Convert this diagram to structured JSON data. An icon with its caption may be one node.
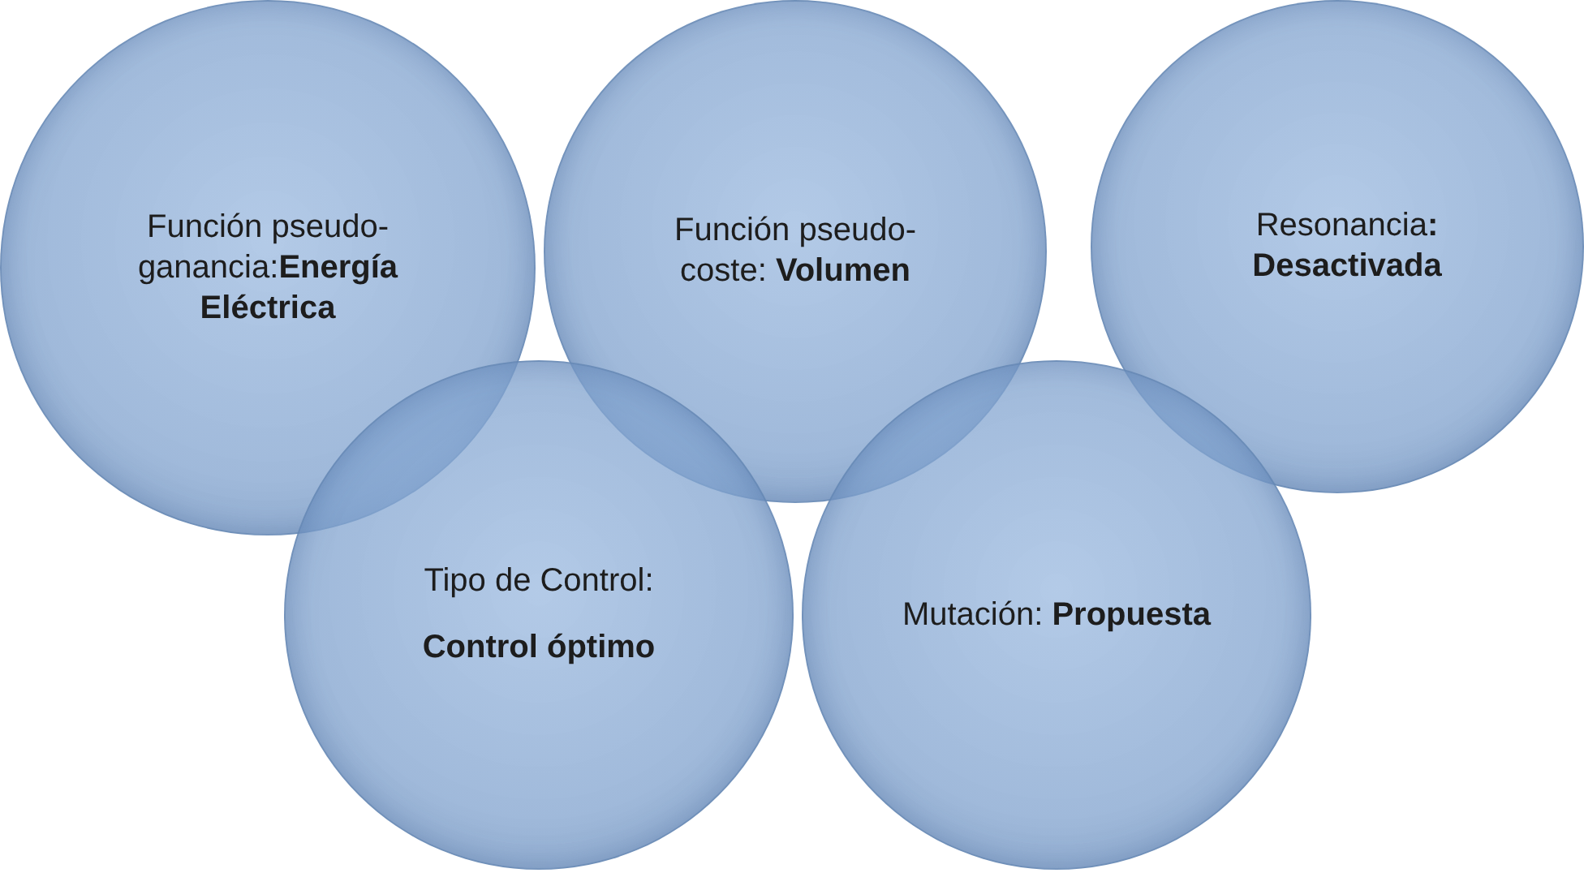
{
  "diagram": {
    "nodes": [
      {
        "text": [
          "Función pseudo-ganancia:**Energía Eléctrica**"
        ]
      },
      {
        "text": [
          "Función pseudo-coste: **Volumen**"
        ]
      },
      {
        "text": [
          "Resonancia**: Desactivada**"
        ]
      },
      {
        "text": [
          "Tipo de Control:",
          "Control óptimo"
        ]
      },
      {
        "text": [
          "Mutación: **Propuesta**"
        ]
      }
    ]
  }
}
